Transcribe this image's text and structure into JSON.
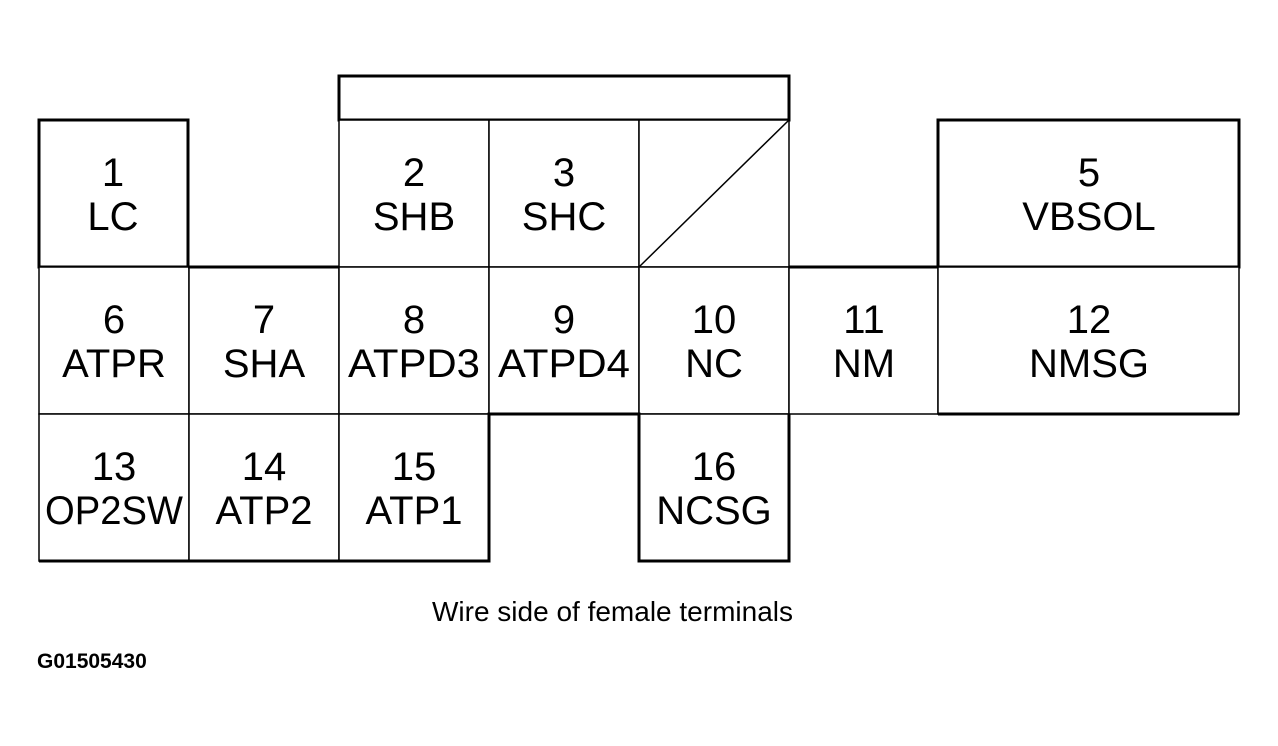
{
  "terminals": [
    {
      "number": "1",
      "code": "LC"
    },
    {
      "number": "2",
      "code": "SHB"
    },
    {
      "number": "3",
      "code": "SHC"
    },
    {
      "number": "5",
      "code": "VBSOL"
    },
    {
      "number": "6",
      "code": "ATPR"
    },
    {
      "number": "7",
      "code": "SHA"
    },
    {
      "number": "8",
      "code": "ATPD3"
    },
    {
      "number": "9",
      "code": "ATPD4"
    },
    {
      "number": "10",
      "code": "NC"
    },
    {
      "number": "11",
      "code": "NM"
    },
    {
      "number": "12",
      "code": "NMSG"
    },
    {
      "number": "13",
      "code": "OP2SW"
    },
    {
      "number": "14",
      "code": "ATP2"
    },
    {
      "number": "15",
      "code": "ATP1"
    },
    {
      "number": "16",
      "code": "NCSG"
    }
  ],
  "caption": "Wire side of female terminals",
  "figure_id": "G01505430"
}
